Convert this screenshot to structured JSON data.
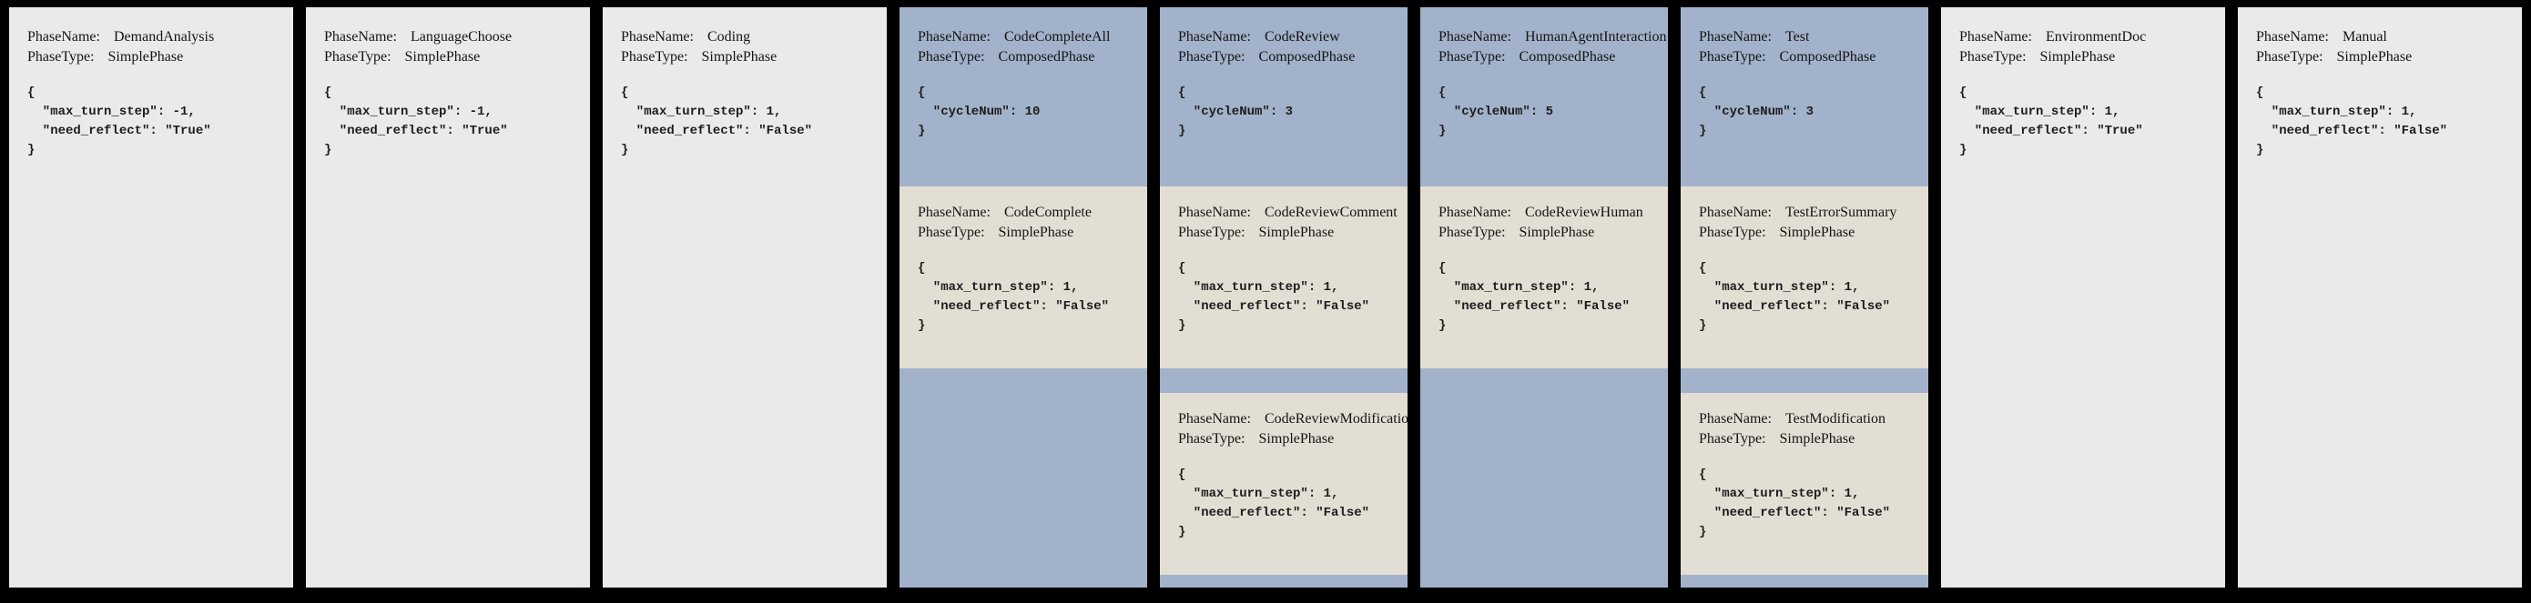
{
  "labels": {
    "phase_name": "PhaseName:",
    "phase_type": "PhaseType:"
  },
  "colors": {
    "background": "#000000",
    "simple_card": "#e8ebe9",
    "composed_card": "#a2b2ca",
    "sub_card": "#e3ded3",
    "text": "#141414"
  },
  "phases": [
    {
      "name": "DemandAnalysis",
      "type": "SimplePhase",
      "config": "{\n  \"max_turn_step\": -1,\n  \"need_reflect\": \"True\"\n}"
    },
    {
      "name": "LanguageChoose",
      "type": "SimplePhase",
      "config": "{\n  \"max_turn_step\": -1,\n  \"need_reflect\": \"True\"\n}"
    },
    {
      "name": "Coding",
      "type": "SimplePhase",
      "config": "{\n  \"max_turn_step\": 1,\n  \"need_reflect\": \"False\"\n}"
    },
    {
      "name": "CodeCompleteAll",
      "type": "ComposedPhase",
      "config": "{\n  \"cycleNum\": 10\n}",
      "children": [
        {
          "name": "CodeComplete",
          "type": "SimplePhase",
          "config": "{\n  \"max_turn_step\": 1,\n  \"need_reflect\": \"False\"\n}"
        }
      ]
    },
    {
      "name": "CodeReview",
      "type": "ComposedPhase",
      "config": "{\n  \"cycleNum\": 3\n}",
      "children": [
        {
          "name": "CodeReviewComment",
          "type": "SimplePhase",
          "config": "{\n  \"max_turn_step\": 1,\n  \"need_reflect\": \"False\"\n}"
        },
        {
          "name": "CodeReviewModification",
          "type": "SimplePhase",
          "config": "{\n  \"max_turn_step\": 1,\n  \"need_reflect\": \"False\"\n}"
        }
      ]
    },
    {
      "name": "HumanAgentInteraction",
      "type": "ComposedPhase",
      "config": "{\n  \"cycleNum\": 5\n}",
      "children": [
        {
          "name": "CodeReviewHuman",
          "type": "SimplePhase",
          "config": "{\n  \"max_turn_step\": 1,\n  \"need_reflect\": \"False\"\n}"
        }
      ]
    },
    {
      "name": "Test",
      "type": "ComposedPhase",
      "config": "{\n  \"cycleNum\": 3\n}",
      "children": [
        {
          "name": "TestErrorSummary",
          "type": "SimplePhase",
          "config": "{\n  \"max_turn_step\": 1,\n  \"need_reflect\": \"False\"\n}"
        },
        {
          "name": "TestModification",
          "type": "SimplePhase",
          "config": "{\n  \"max_turn_step\": 1,\n  \"need_reflect\": \"False\"\n}"
        }
      ]
    },
    {
      "name": "EnvironmentDoc",
      "type": "SimplePhase",
      "config": "{\n  \"max_turn_step\": 1,\n  \"need_reflect\": \"True\"\n}"
    },
    {
      "name": "Manual",
      "type": "SimplePhase",
      "config": "{\n  \"max_turn_step\": 1,\n  \"need_reflect\": \"False\"\n}"
    }
  ]
}
